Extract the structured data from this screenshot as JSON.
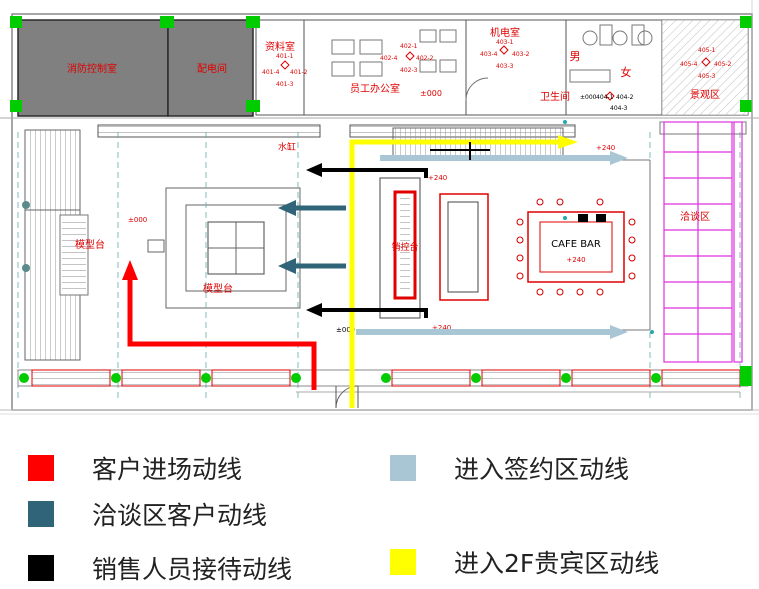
{
  "plan": {
    "rooms": {
      "fire_control": "消防控制室",
      "power_room": "配电间",
      "archive_room": "资料室",
      "staff_office": "员工办公室",
      "machine_room": "机电室",
      "men": "男",
      "women": "女",
      "restroom": "卫生间",
      "scenic_area": "景观区",
      "model_table_left": "模型台",
      "model_table_center": "模型台",
      "sales_counter": "销控台",
      "cafe_bar": "CAFE BAR",
      "negotiation_area": "洽谈区",
      "water_feature": "水缸"
    },
    "elevations": {
      "center": "±000",
      "bottom_left": "±000",
      "office": "±000",
      "counter_top": "+240",
      "counter_bottom": "+240",
      "cafe": "+240",
      "right_top": "+240"
    },
    "tags": {
      "archive": [
        "401-1",
        "401-4",
        "401-2",
        "401-3"
      ],
      "office": [
        "402-1",
        "402-4",
        "402-2",
        "402-3"
      ],
      "machine": [
        "403-1",
        "403-4",
        "403-2",
        "403-3"
      ],
      "restroom": [
        "±000",
        "404-1",
        "404-2",
        "404-3"
      ],
      "scenic": [
        "405-1",
        "405-4",
        "405-2",
        "405-3"
      ]
    }
  },
  "legend": {
    "items": [
      {
        "label": "客户进场动线",
        "color": "#ff0000"
      },
      {
        "label": "洽谈区客户动线",
        "color": "#2f6479"
      },
      {
        "label": "销售人员接待动线",
        "color": "#000000"
      },
      {
        "label": "进入签约区动线",
        "color": "#a9c6d4"
      },
      {
        "label": "进入2F贵宾区动线",
        "color": "#ffff00"
      }
    ]
  },
  "colors": {
    "red_flow": "#ff0000",
    "teal_flow": "#2f6479",
    "black_flow": "#000000",
    "lightblue_flow": "#a9c6d4",
    "yellow_flow": "#ffff00",
    "grid_green": "#00cc00",
    "room_red": "#e00000",
    "wall_gray": "#808080",
    "magenta": "#e030e0"
  }
}
